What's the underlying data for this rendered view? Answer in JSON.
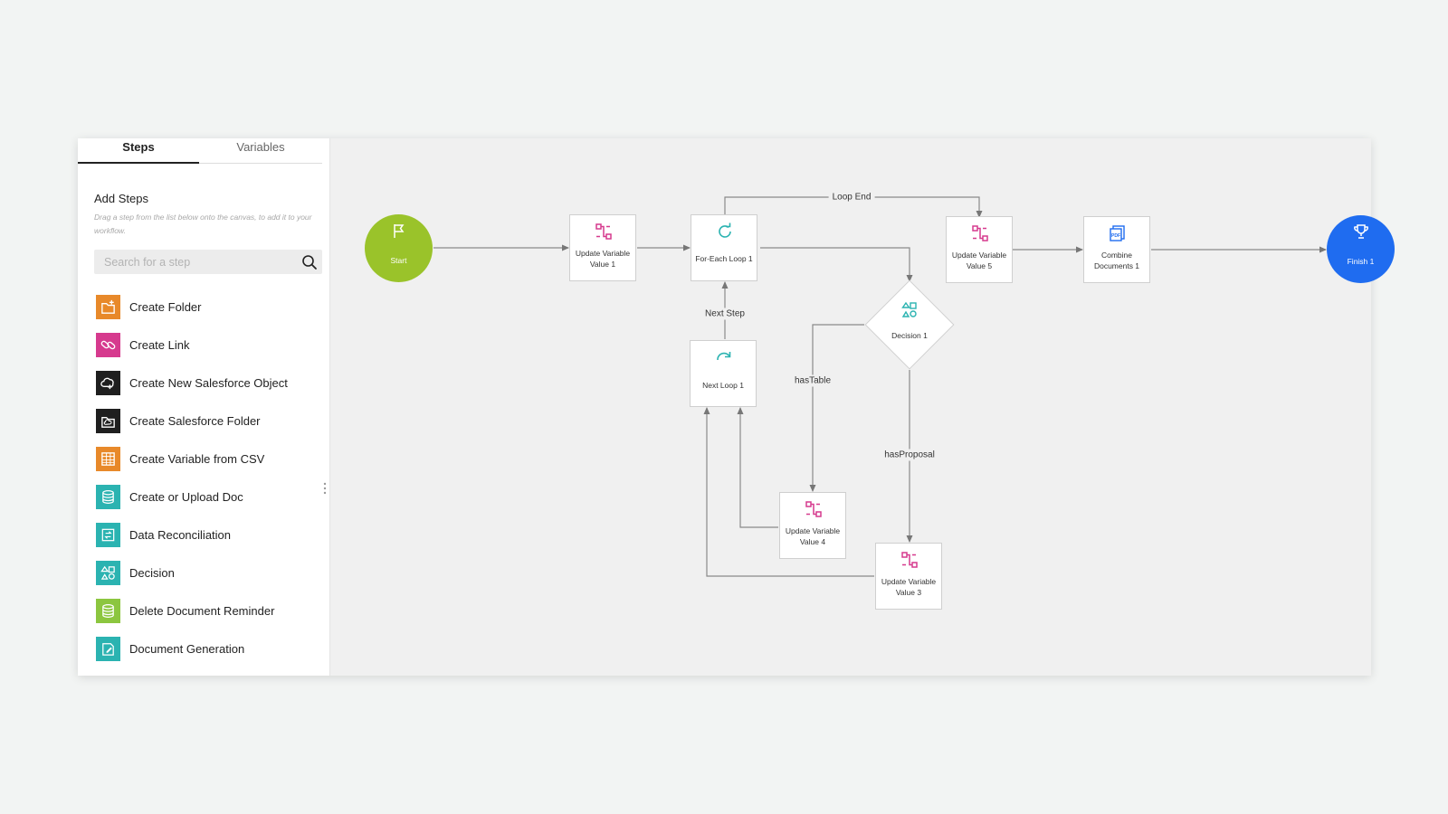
{
  "sidebar": {
    "tabs": [
      {
        "label": "Steps",
        "active": true
      },
      {
        "label": "Variables",
        "active": false
      }
    ],
    "add_steps_title": "Add Steps",
    "add_steps_description": "Drag a step from the list below onto the canvas, to add it to your workflow.",
    "search": {
      "placeholder": "Search for a step",
      "value": ""
    },
    "steps": [
      {
        "label": "Create Folder",
        "icon": "folder-plus-icon",
        "color": "#e8892a"
      },
      {
        "label": "Create Link",
        "icon": "link-icon",
        "color": "#d63a8e"
      },
      {
        "label": "Create New Salesforce Object",
        "icon": "salesforce-cloud-icon",
        "color": "#1f1f1f"
      },
      {
        "label": "Create Salesforce Folder",
        "icon": "salesforce-folder-icon",
        "color": "#1f1f1f"
      },
      {
        "label": "Create Variable from CSV",
        "icon": "csv-table-icon",
        "color": "#e8892a"
      },
      {
        "label": "Create or Upload Doc",
        "icon": "database-icon",
        "color": "#2bb3b1"
      },
      {
        "label": "Data Reconciliation",
        "icon": "reconcile-icon",
        "color": "#2bb3b1"
      },
      {
        "label": "Decision",
        "icon": "decision-shapes-icon",
        "color": "#2bb3b1"
      },
      {
        "label": "Delete Document Reminder",
        "icon": "database-icon",
        "color": "#8cc63f"
      },
      {
        "label": "Document Generation",
        "icon": "document-edit-icon",
        "color": "#2bb3b1"
      }
    ]
  },
  "canvas": {
    "colors": {
      "start": "#9ac32a",
      "finish": "#1f6cf0",
      "variable_icon": "#d63a8e",
      "loop_icon": "#2bb3b1",
      "pdf_icon": "#1f6cf0",
      "wire": "#777777"
    },
    "nodes": {
      "start": {
        "label": "Start",
        "icon": "flag-icon"
      },
      "update_var_1": {
        "label": "Update Variable Value 1",
        "icon": "variable-icon"
      },
      "for_each_loop_1": {
        "label": "For-Each Loop 1",
        "icon": "loop-icon"
      },
      "update_var_5": {
        "label": "Update Variable Value 5",
        "icon": "variable-icon"
      },
      "combine_docs_1": {
        "label": "Combine Documents 1",
        "icon": "pdf-icon"
      },
      "finish_1": {
        "label": "Finish 1",
        "icon": "trophy-icon"
      },
      "decision_1": {
        "label": "Decision 1",
        "icon": "decision-shapes-icon"
      },
      "next_loop_1": {
        "label": "Next Loop 1",
        "icon": "redo-icon"
      },
      "update_var_4": {
        "label": "Update Variable Value 4",
        "icon": "variable-icon"
      },
      "update_var_3": {
        "label": "Update Variable Value 3",
        "icon": "variable-icon"
      }
    },
    "edge_labels": {
      "loop_end": "Loop End",
      "next_step": "Next Step",
      "has_table": "hasTable",
      "has_proposal": "hasProposal"
    }
  }
}
